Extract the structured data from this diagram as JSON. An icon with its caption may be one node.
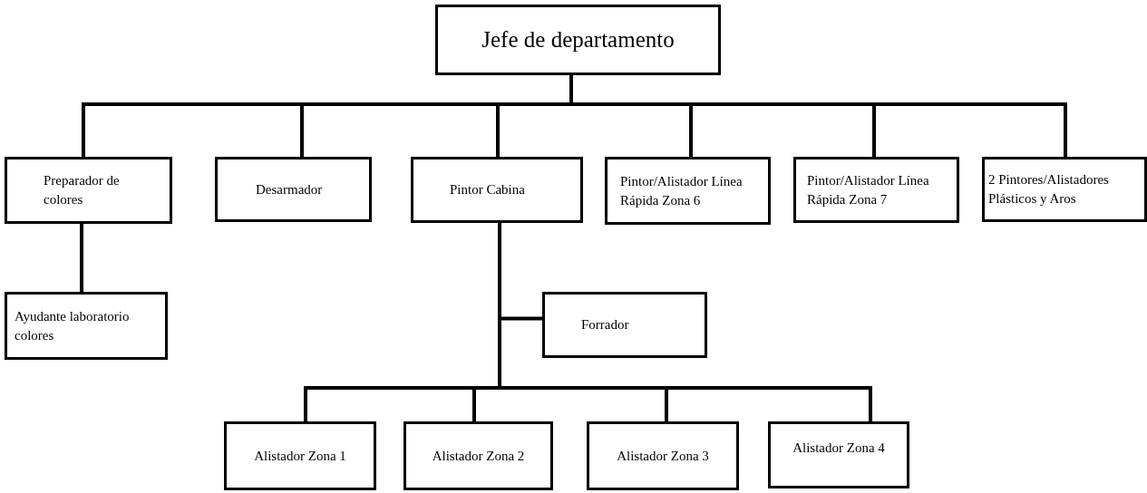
{
  "diagram": {
    "nodes": [
      {
        "text": [
          "Jefe de departamento"
        ]
      },
      {
        "text": [
          "Preparador de colores"
        ]
      },
      {
        "text": [
          "Desarmador"
        ]
      },
      {
        "text": [
          "Pintor Cabina"
        ]
      },
      {
        "text": [
          "Pintor/Alistador Línea Rápida Zona 6"
        ]
      },
      {
        "text": [
          "Pintor/Alistador Línea Rápida Zona 7"
        ]
      },
      {
        "text": [
          "2 Pintores/Alistadores Plásticos y Aros"
        ]
      },
      {
        "text": [
          "Ayudante laboratorio colores"
        ]
      },
      {
        "text": [
          "Forrador"
        ]
      },
      {
        "text": [
          "Alistador Zona 1"
        ]
      },
      {
        "text": [
          "Alistador Zona 2"
        ]
      },
      {
        "text": [
          "Alistador Zona 3"
        ]
      },
      {
        "text": [
          "Alistador Zona 4"
        ]
      }
    ],
    "edges": [
      {
        "from": 0,
        "to": 1,
        "arrow": "none"
      },
      {
        "from": 0,
        "to": 2,
        "arrow": "none"
      },
      {
        "from": 0,
        "to": 3,
        "arrow": "none"
      },
      {
        "from": 0,
        "to": 4,
        "arrow": "none"
      },
      {
        "from": 0,
        "to": 5,
        "arrow": "none"
      },
      {
        "from": 0,
        "to": 6,
        "arrow": "none"
      },
      {
        "from": 1,
        "to": 7,
        "arrow": "none"
      },
      {
        "from": 3,
        "to": 8,
        "arrow": "none"
      },
      {
        "from": 3,
        "to": 9,
        "arrow": "none"
      },
      {
        "from": 3,
        "to": 10,
        "arrow": "none"
      },
      {
        "from": 3,
        "to": 11,
        "arrow": "none"
      },
      {
        "from": 3,
        "to": 12,
        "arrow": "none"
      }
    ]
  }
}
